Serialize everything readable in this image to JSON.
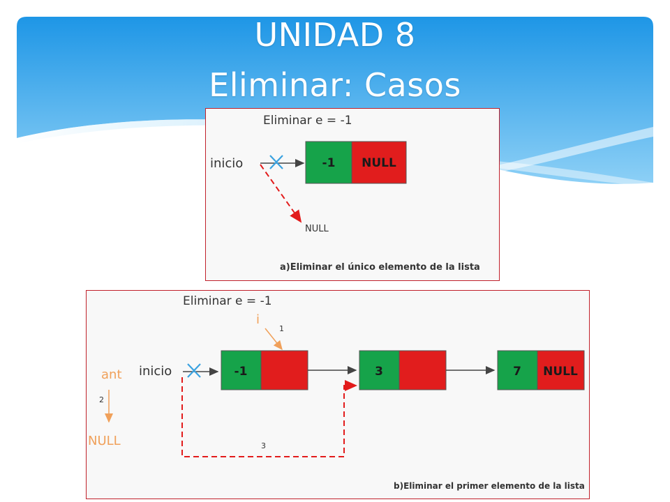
{
  "slide": {
    "title_line1": "UNIDAD 8",
    "title_line2": "Eliminar: Casos",
    "colors": {
      "accent_blue": "#1e9be8",
      "node_green": "#16a34a",
      "node_red": "#e11d1d",
      "dashed_red": "#e21b1b",
      "orange": "#f0a05a",
      "cross_blue": "#3aa2e0"
    }
  },
  "panel_a": {
    "heading": "Eliminar e = -1",
    "pointer_label": "inicio",
    "node": {
      "value": "-1",
      "next": "NULL"
    },
    "null_label": "NULL",
    "caption": "a)Eliminar el único elemento de la lista"
  },
  "panel_b": {
    "heading": "Eliminar e = -1",
    "pointer_label": "inicio",
    "i_label": "i",
    "ant_label": "ant",
    "ant_null": "NULL",
    "steps": [
      "1",
      "2",
      "3"
    ],
    "nodes": [
      {
        "value": "-1",
        "next": ""
      },
      {
        "value": "3",
        "next": ""
      },
      {
        "value": "7",
        "next": "NULL"
      }
    ],
    "caption": "b)Eliminar el primer elemento de la lista"
  }
}
